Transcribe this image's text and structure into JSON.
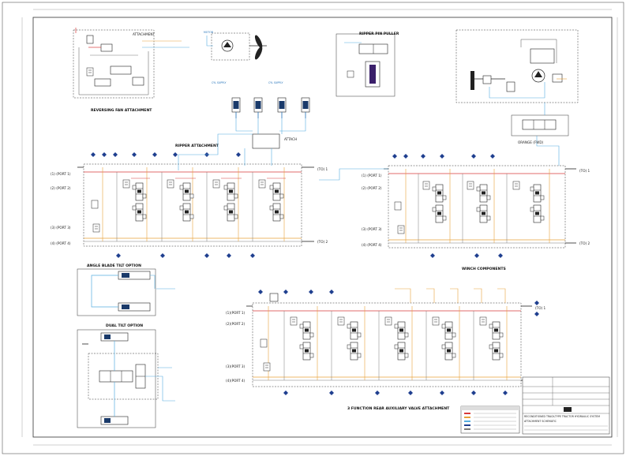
{
  "colors": {
    "red": "#d83a3a",
    "orange": "#e8a23a",
    "blue": "#55aee0",
    "navy": "#1f3f8f",
    "gray": "#7a7a7a",
    "dark": "#222222"
  },
  "icons": {
    "fan": "fan-icon",
    "cylinder": "hydraulic-cylinder-icon",
    "valve": "spool-valve-icon",
    "reel": "winch-reel-icon",
    "diamond": "connector-diamond-icon"
  },
  "sections": {
    "reversing_fan": "REVERSING FAN ATTACHMENT",
    "ripper_pin_puller": "RIPPER PIN PULLER",
    "ripper_attachment": "RIPPER ATTACHMENT",
    "winch_components": "WINCH COMPONENTS",
    "angle_blade_tilt": "ANGLE BLADE TILT OPTION",
    "dual_tilt": "DUAL TILT OPTION",
    "rear_aux_valve": "3 FUNCTION REAR AUXILIARY VALVE ATTACHMENT"
  },
  "title_block": {
    "line1": "RECONDITIONED TRACK-TYPE TRACTOR HYDRAULIC SYSTEM",
    "line2": "ATTACHMENT SCHEMATIC"
  }
}
